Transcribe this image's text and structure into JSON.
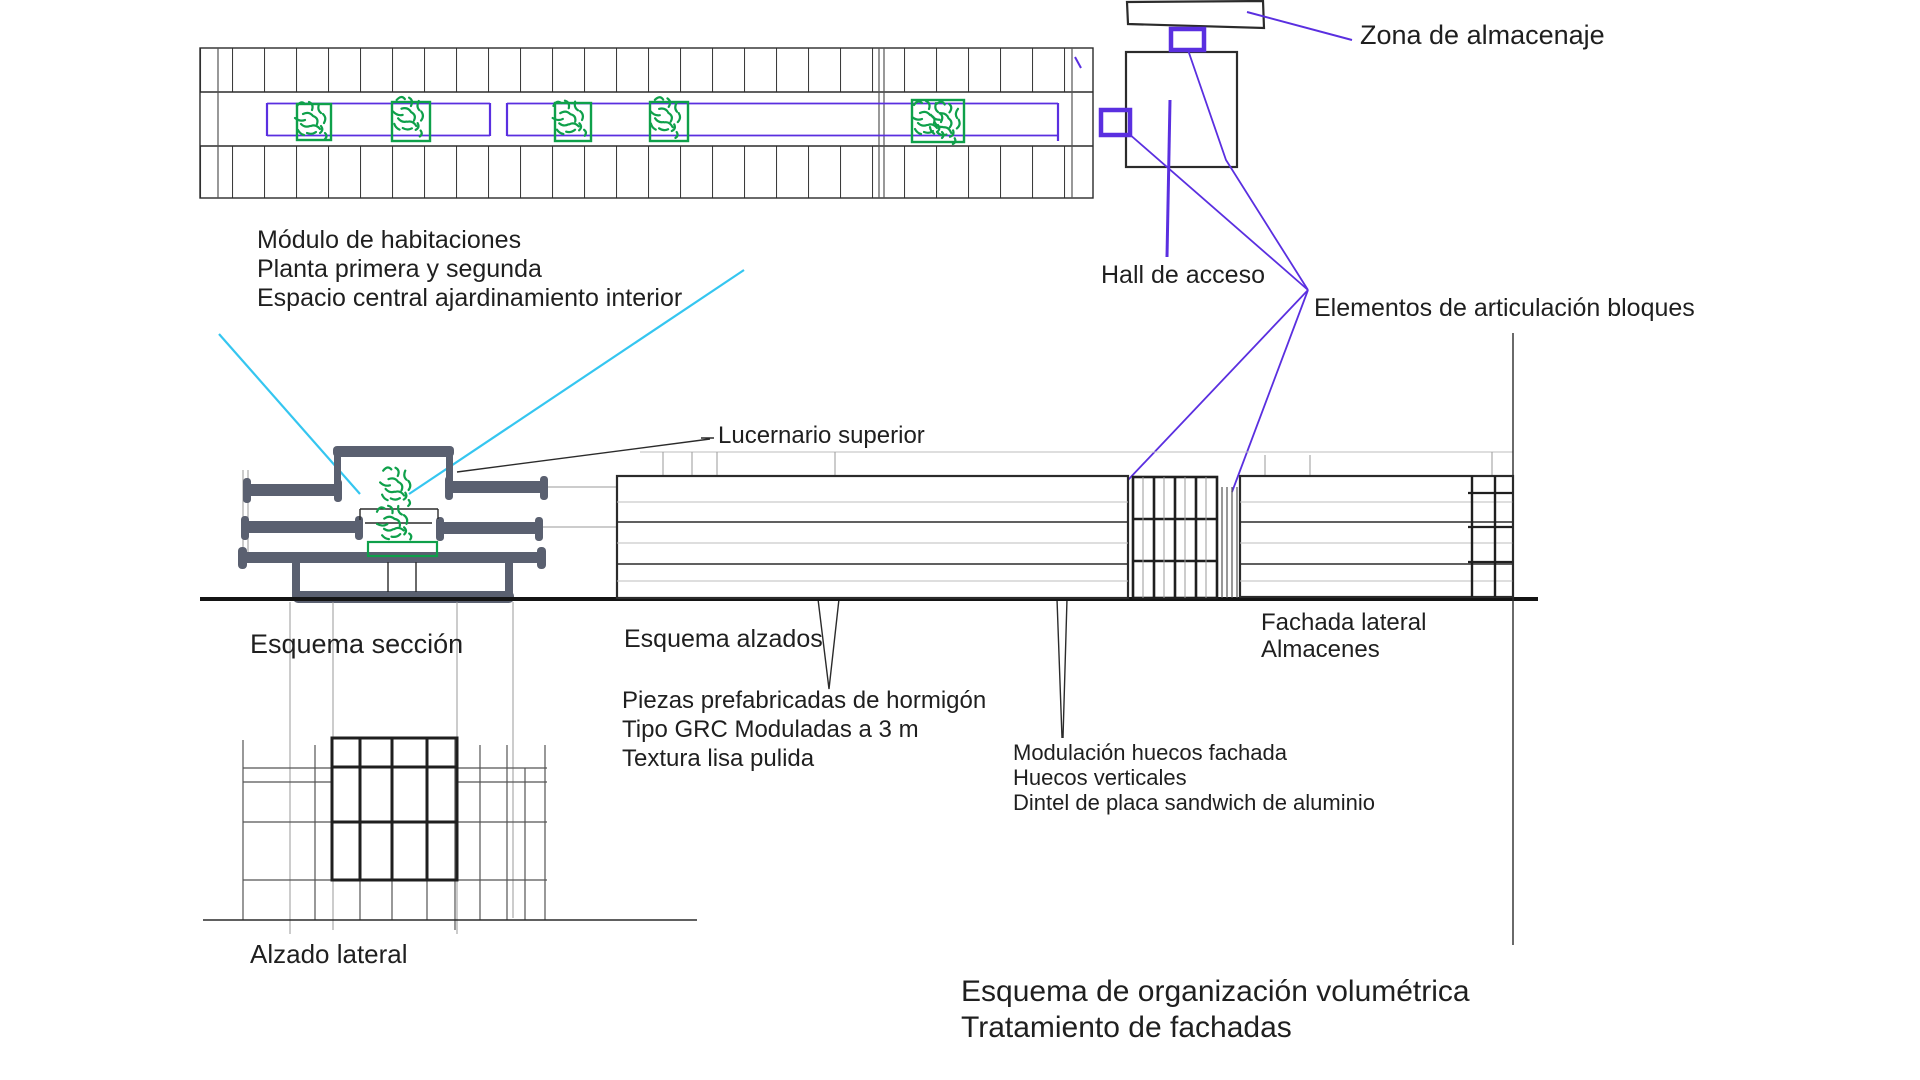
{
  "colors": {
    "accent_purple": "#5a2fe0",
    "accent_cyan": "#35c6f0",
    "plant_green": "#0ea04a",
    "slab_gray": "#5a6070",
    "ink": "#222222"
  },
  "plan": {
    "module_label_lines": [
      "Módulo de habitaciones",
      "Planta primera y segunda",
      "Espacio central ajardinamiento interior"
    ],
    "storage_label": "Zona de almacenaje",
    "hall_label": "Hall de acceso",
    "articulation_label": "Elementos de articulación bloques"
  },
  "section": {
    "label": "Esquema sección",
    "skylight_label": "Lucernario superior",
    "side_elevation_label": "Alzado lateral"
  },
  "elevation": {
    "label": "Esquema alzados",
    "precast_lines": [
      "Piezas prefabricadas de hormigón",
      "Tipo GRC Moduladas a 3 m",
      "Textura lisa pulida"
    ],
    "modulation_lines": [
      "Modulación huecos fachada",
      "Huecos verticales",
      "Dintel de placa sandwich de aluminio"
    ],
    "side_facade_lines": [
      "Fachada lateral",
      "Almacenes"
    ]
  },
  "title_block": {
    "line1": "Esquema de organización volumétrica",
    "line2": "Tratamiento de fachadas"
  }
}
